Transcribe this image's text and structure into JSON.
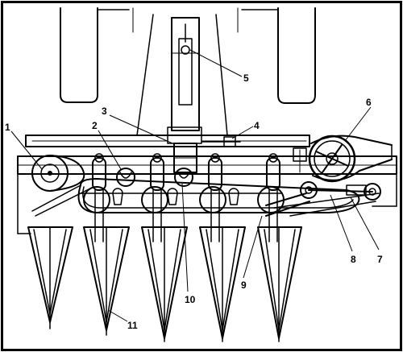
{
  "colors": {
    "ink": "#000000",
    "paper": "#ffffff"
  },
  "callouts": [
    {
      "id": "1",
      "text": "1"
    },
    {
      "id": "2",
      "text": "2"
    },
    {
      "id": "3",
      "text": "3"
    },
    {
      "id": "4",
      "text": "4"
    },
    {
      "id": "5",
      "text": "5"
    },
    {
      "id": "6",
      "text": "6"
    },
    {
      "id": "7",
      "text": "7"
    },
    {
      "id": "8",
      "text": "8"
    },
    {
      "id": "9",
      "text": "9"
    },
    {
      "id": "10",
      "text": "10"
    },
    {
      "id": "11",
      "text": "11"
    }
  ]
}
